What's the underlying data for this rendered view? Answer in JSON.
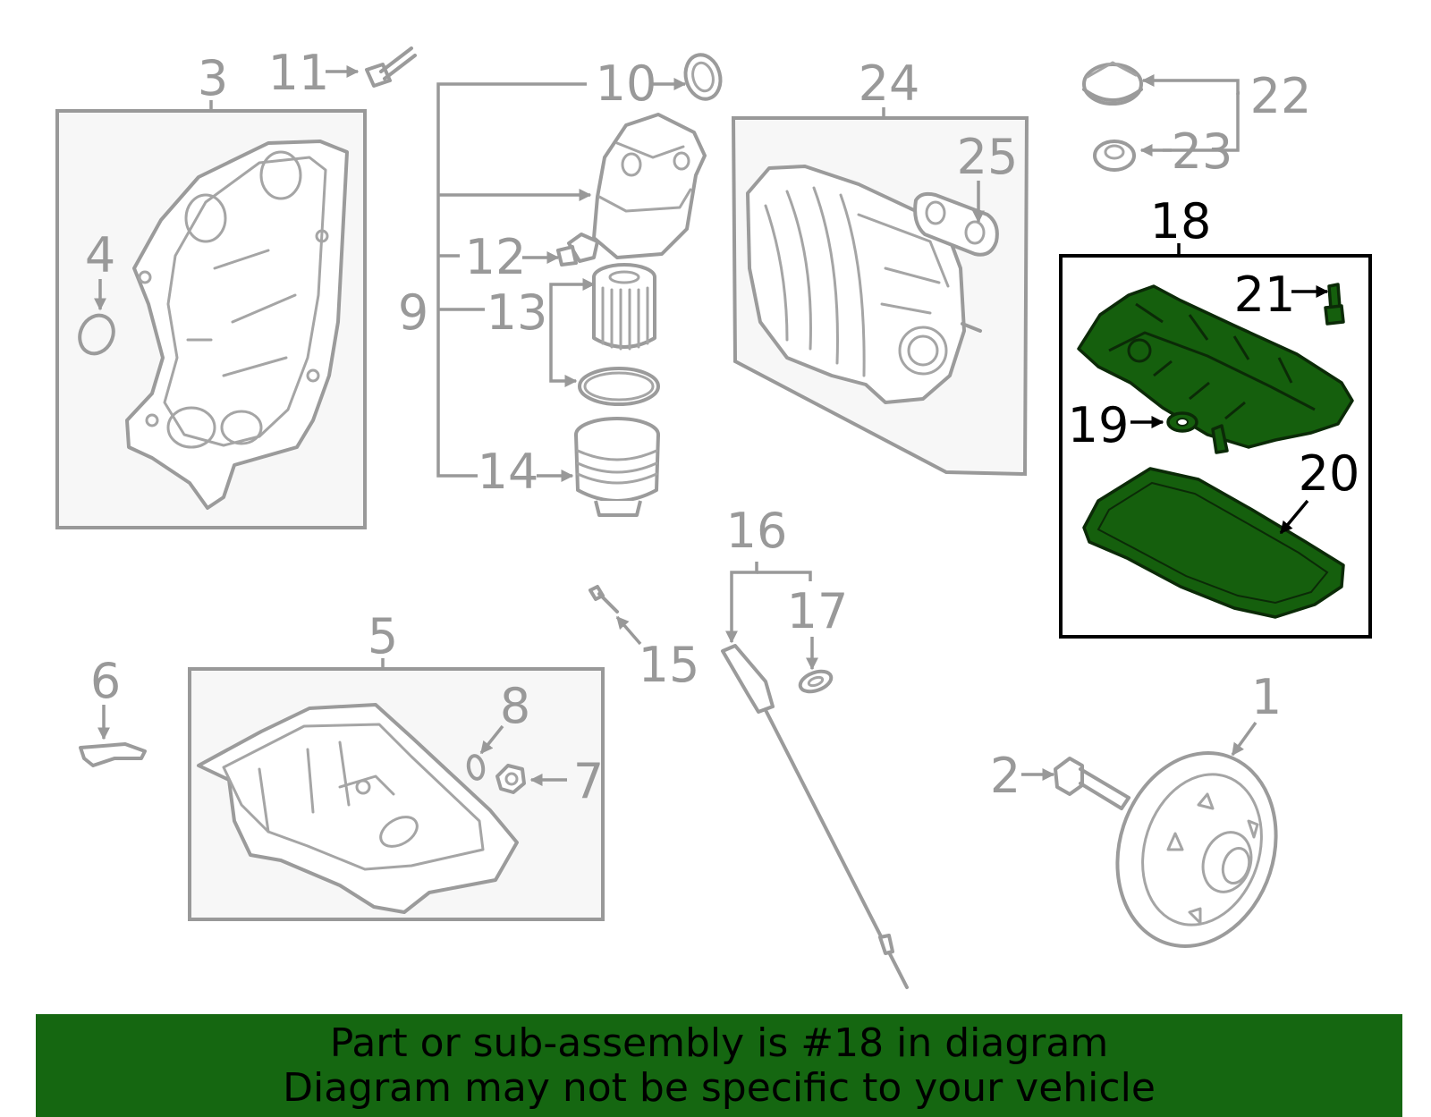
{
  "diagram": {
    "callouts": {
      "c1": "1",
      "c2": "2",
      "c3": "3",
      "c4": "4",
      "c5": "5",
      "c6": "6",
      "c7": "7",
      "c8": "8",
      "c9": "9",
      "c10": "10",
      "c11": "11",
      "c12": "12",
      "c13": "13",
      "c14": "14",
      "c15": "15",
      "c16": "16",
      "c17": "17",
      "c18": "18",
      "c19": "19",
      "c20": "20",
      "c21": "21",
      "c22": "22",
      "c23": "23",
      "c24": "24",
      "c25": "25"
    },
    "highlighted_part": "18",
    "colors": {
      "highlight_fill": "#155f0d",
      "part_lines": "#9b9b9b",
      "callout_text": "#999999",
      "banner_bg": "#156711"
    }
  },
  "banner": {
    "line1": "Part or sub-assembly is #18 in diagram",
    "line2": "Diagram may not be specific to your vehicle"
  }
}
